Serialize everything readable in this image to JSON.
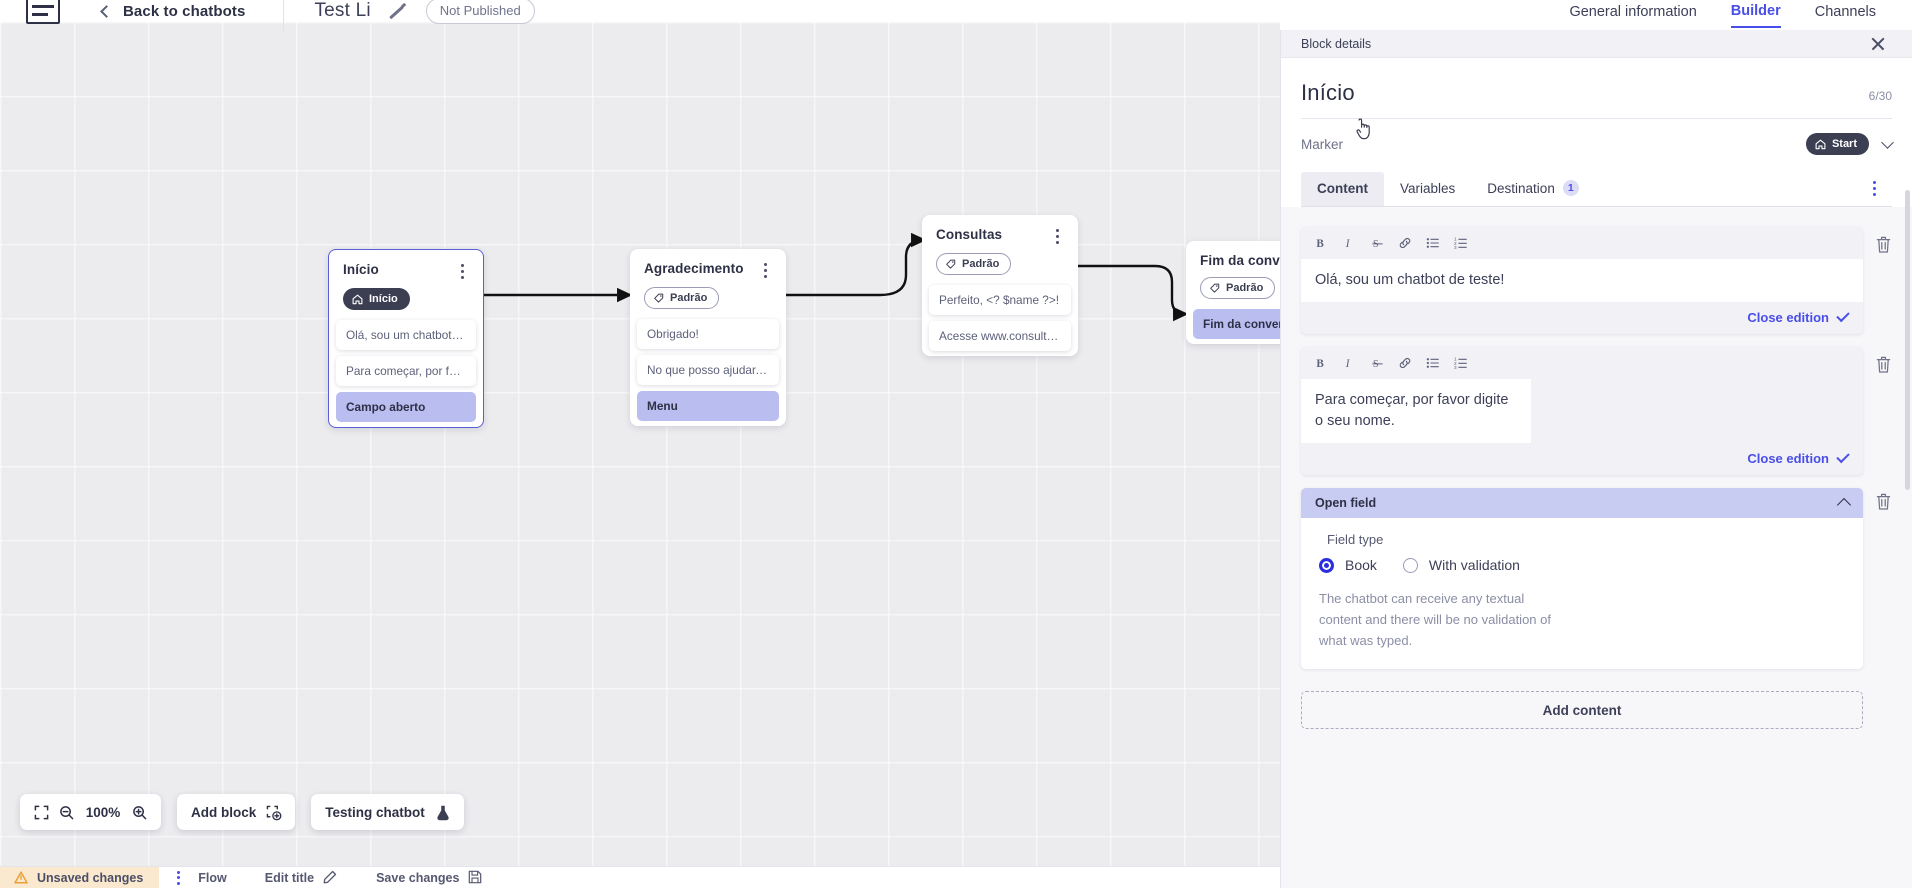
{
  "topbar": {
    "logo_name": "app-logo",
    "back_label": "Back to chatbots",
    "bot_title": "Test Li",
    "publish_status": "Not Published"
  },
  "top_tabs": [
    {
      "label": "General information",
      "active": false
    },
    {
      "label": "Builder",
      "active": true
    },
    {
      "label": "Channels",
      "active": false
    }
  ],
  "canvas": {
    "zoom_level": "100%",
    "add_block_label": "Add block",
    "testing_label": "Testing chatbot",
    "nodes": [
      {
        "title": "Início",
        "badge": "Início",
        "badge_kind": "start",
        "selected": true,
        "rows": [
          {
            "text": "Olá, sou um chatbot de teste!",
            "accent": false
          },
          {
            "text": "Para começar, por favor digite o ...",
            "accent": false
          },
          {
            "text": "Campo aberto",
            "accent": true
          }
        ]
      },
      {
        "title": "Agradecimento",
        "badge": "Padrão",
        "badge_kind": "tag",
        "selected": false,
        "rows": [
          {
            "text": "Obrigado!",
            "accent": false
          },
          {
            "text": "No que posso ajudar, <? $name ...",
            "accent": false
          },
          {
            "text": "Menu",
            "accent": true
          }
        ]
      },
      {
        "title": "Consultas",
        "badge": "Padrão",
        "badge_kind": "tag",
        "selected": false,
        "rows": [
          {
            "text": "Perfeito, <? $name ?>!",
            "accent": false
          },
          {
            "text": "Acesse www.consultas.com par...",
            "accent": false
          }
        ]
      },
      {
        "title": "Fim da conversa",
        "badge": "Padrão",
        "badge_kind": "tag",
        "selected": false,
        "rows": [
          {
            "text": "Fim da conversa",
            "accent": true
          }
        ]
      }
    ]
  },
  "statusbar": {
    "unsaved_label": "Unsaved changes",
    "flow_label": "Flow",
    "edit_title_label": "Edit title",
    "save_label": "Save changes"
  },
  "panel": {
    "header_label": "Block details",
    "title": "Início",
    "counter": "6/30",
    "marker_label": "Marker",
    "marker_value": "Start",
    "tabs": [
      {
        "label": "Content",
        "active": true,
        "count": ""
      },
      {
        "label": "Variables",
        "active": false,
        "count": ""
      },
      {
        "label": "Destination",
        "active": false,
        "count": "1"
      }
    ],
    "toolbar_icons": [
      "bold-icon",
      "italic-icon",
      "strikethrough-icon",
      "link-icon",
      "bullet-list-icon",
      "numbered-list-icon"
    ],
    "editors": [
      {
        "text": "Olá, sou um chatbot de teste!",
        "close_label": "Close edition"
      },
      {
        "text": "Para começar, por favor digite o seu nome.",
        "close_label": "Close edition"
      }
    ],
    "open_field": {
      "header": "Open field",
      "field_type_label": "Field type",
      "options": [
        {
          "label": "Book",
          "selected": true
        },
        {
          "label": "With validation",
          "selected": false
        }
      ],
      "description": "The chatbot can receive any textual content and there will be no validation of what was typed."
    },
    "add_content_label": "Add content"
  },
  "colors": {
    "accent": "#4a4ee8",
    "node_accent": "#b9bdf0",
    "warning_bg": "#fbe9cf",
    "canvas_bg": "#ececef"
  }
}
